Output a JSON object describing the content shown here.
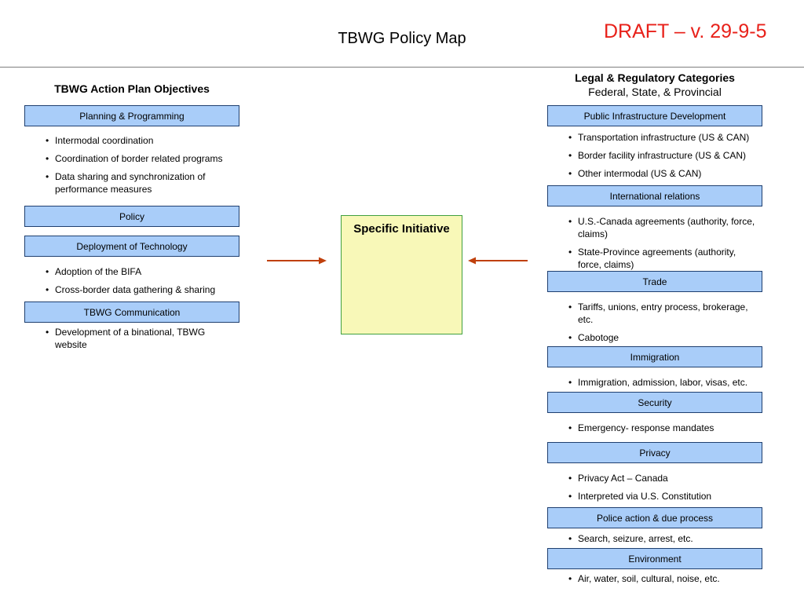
{
  "header": {
    "title": "TBWG Policy Map",
    "draft": "DRAFT – v. 29-9-5"
  },
  "left": {
    "heading": "TBWG Action Plan Objectives",
    "sections": [
      {
        "label": "Planning & Programming",
        "bullets": [
          "Intermodal coordination",
          " Coordination of border related programs",
          " Data sharing and synchronization of performance measures"
        ]
      },
      {
        "label": "Policy",
        "bullets": []
      },
      {
        "label": "Deployment of Technology",
        "bullets": [
          "Adoption of the BIFA",
          "Cross-border data gathering & sharing"
        ]
      },
      {
        "label": "TBWG Communication",
        "bullets": [
          "Development of a binational, TBWG website"
        ]
      }
    ]
  },
  "center": {
    "label": "Specific Initiative"
  },
  "right": {
    "heading": "Legal & Regulatory Categories",
    "subheading": "Federal, State, & Provincial",
    "sections": [
      {
        "label": "Public Infrastructure Development",
        "bullets": [
          "Transportation infrastructure (US & CAN)",
          "Border facility infrastructure (US & CAN)",
          "Other intermodal (US & CAN)"
        ]
      },
      {
        "label": "International relations",
        "bullets": [
          "U.S.-Canada agreements (authority, force, claims)",
          "State-Province agreements (authority, force, claims)"
        ]
      },
      {
        "label": "Trade",
        "bullets": [
          "Tariffs, unions, entry process, brokerage, etc.",
          "Cabotoge"
        ]
      },
      {
        "label": "Immigration",
        "bullets": [
          "Immigration, admission, labor, visas, etc."
        ]
      },
      {
        "label": "Security",
        "bullets": [
          "Emergency- response mandates"
        ]
      },
      {
        "label": "Privacy",
        "bullets": [
          "Privacy Act – Canada",
          "Interpreted via U.S. Constitution"
        ]
      },
      {
        "label": "Police action & due process",
        "bullets": [
          "Search, seizure, arrest, etc."
        ]
      },
      {
        "label": "Environment",
        "bullets": [
          "Air, water, soil, cultural, noise, etc."
        ]
      }
    ]
  },
  "colors": {
    "box_fill": "#a9cdf9",
    "box_border": "#1f3f6f",
    "initiative_fill": "#f8f8b8",
    "initiative_border": "#40a040",
    "arrow": "#c0400c",
    "draft_text": "#e8211a"
  }
}
